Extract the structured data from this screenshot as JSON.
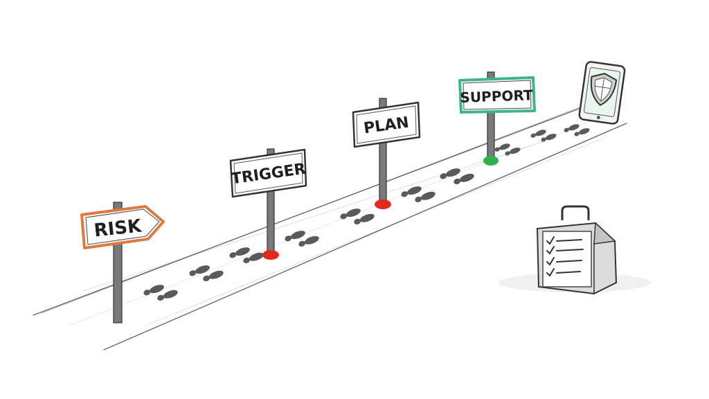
{
  "signs": [
    {
      "label": "RISK",
      "color": "#e07a3a",
      "base_marker": "none"
    },
    {
      "label": "TRIGGER",
      "color": "#4a4a4a",
      "base_marker": "red-dot"
    },
    {
      "label": "PLAN",
      "color": "#4a4a4a",
      "base_marker": "red-dot"
    },
    {
      "label": "SUPPORT",
      "color": "#3cb58c",
      "base_marker": "green-dot"
    }
  ],
  "colors": {
    "red_marker": "#e02a1f",
    "green_marker": "#2fb24a",
    "ink": "#3a3a3a",
    "accent_orange": "#e07a3a",
    "accent_green": "#3cb58c"
  },
  "icons": [
    "footprints-icon",
    "phone-shield-icon",
    "checklist-case-icon"
  ]
}
